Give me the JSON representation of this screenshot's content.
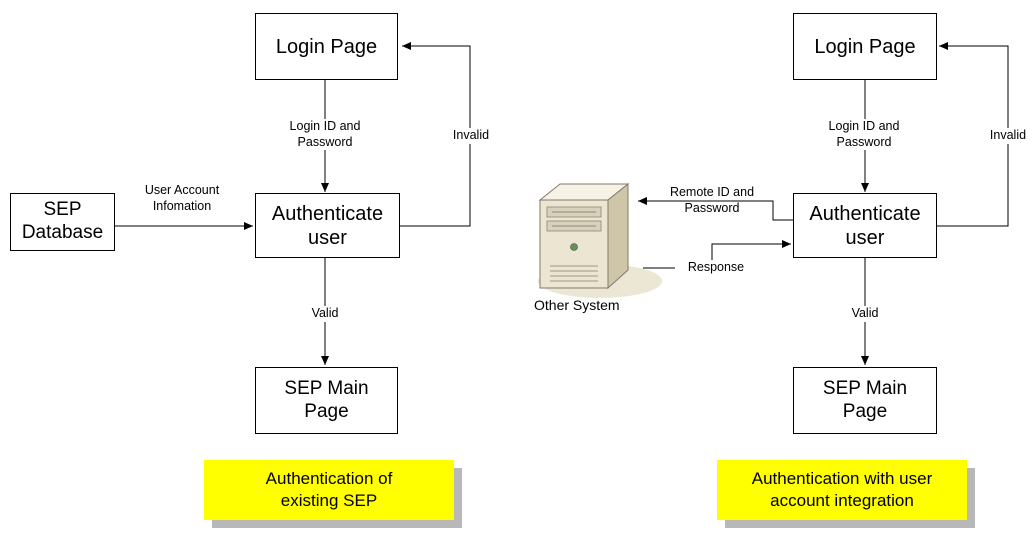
{
  "left_diagram": {
    "login_page": "Login Page",
    "login_credentials_label": "Login ID  and\nPassword",
    "invalid_label": "Invalid",
    "sep_database": "SEP\nDatabase",
    "user_account_label": "User Account\nInfomation",
    "authenticate_user": "Authenticate\nuser",
    "valid_label": "Valid",
    "sep_main_page": "SEP Main\nPage",
    "caption": "Authentication of\nexisting SEP"
  },
  "right_diagram": {
    "login_page": "Login Page",
    "login_credentials_label": "Login ID and\nPassword",
    "invalid_label": "Invalid",
    "remote_credentials_label": "Remote ID and\nPassword",
    "response_label": "Response",
    "other_system_label": "Other System",
    "authenticate_user": "Authenticate\nuser",
    "valid_label": "Valid",
    "sep_main_page": "SEP Main\nPage",
    "caption": "Authentication with user\naccount integration"
  },
  "colors": {
    "caption_fill": "#ffff00",
    "caption_shadow": "#b8b8b8",
    "line": "#000000",
    "server_body": "#e8e2cf",
    "server_shadow": "#d8cfb3"
  },
  "icons": {
    "server": "server-tower-icon"
  }
}
